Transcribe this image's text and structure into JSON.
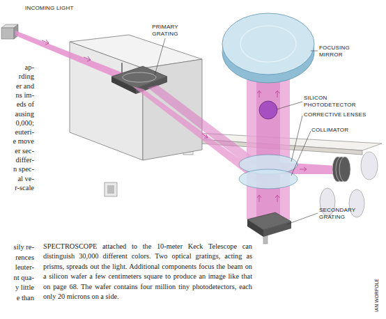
{
  "diagram": {
    "caption": "SPECTROSCOPE attached to the 10-meter Keck Telescope can distinguish 30,000 different colors. Two optical gratings, acting as prisms, spreads out the light. Additional components focus the beam on a silicon wafer a few centimeters square to produce an image like that on page 68. The wafer contains four million tiny photodetectors, each only 20 microns on a side.",
    "labels": [
      "INCOMING LIGHT",
      "PRIMARY GRATING",
      "FOCUSING MIRROR",
      "SILICON PHOTODETECTOR",
      "CORRECTIVE LENSES",
      "COLLIMATOR",
      "SECONDARY GRATING",
      "ap-",
      "rding",
      "er and",
      "ns im-",
      "eds of",
      "ausing",
      "0,000;",
      "euteri-",
      "e move",
      "er sec-",
      "differ-",
      "n spec-",
      "al ve-",
      "r-scale",
      "sily re-",
      "rences",
      "leuter-",
      "nt qua-",
      "y little",
      "e than",
      "IAN WORPOLE"
    ]
  }
}
